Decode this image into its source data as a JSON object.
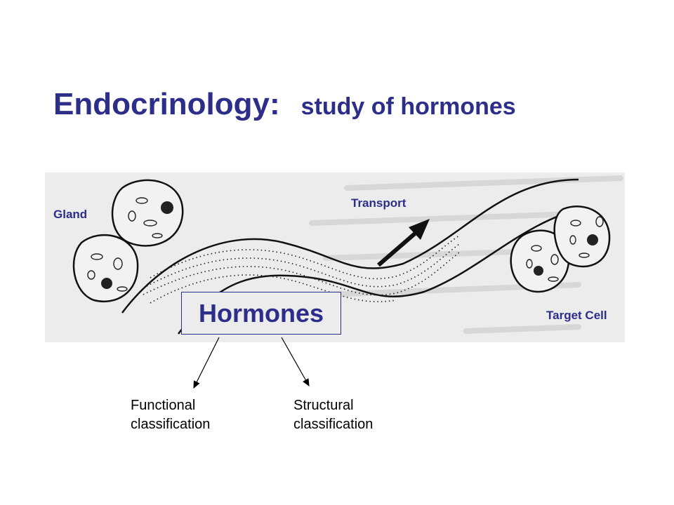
{
  "title": {
    "main": "Endocrinology:",
    "sub": "study of hormones"
  },
  "labels": {
    "gland": "Gland",
    "transport": "Transport",
    "target_cell": "Target Cell",
    "hormones": "Hormones"
  },
  "classifications": {
    "functional": [
      "Functional",
      "classification"
    ],
    "structural": [
      "Structural",
      "classification"
    ]
  },
  "colors": {
    "title": "#2d2d8a",
    "label": "#2d2d8a",
    "figure_background": "#ececec"
  }
}
